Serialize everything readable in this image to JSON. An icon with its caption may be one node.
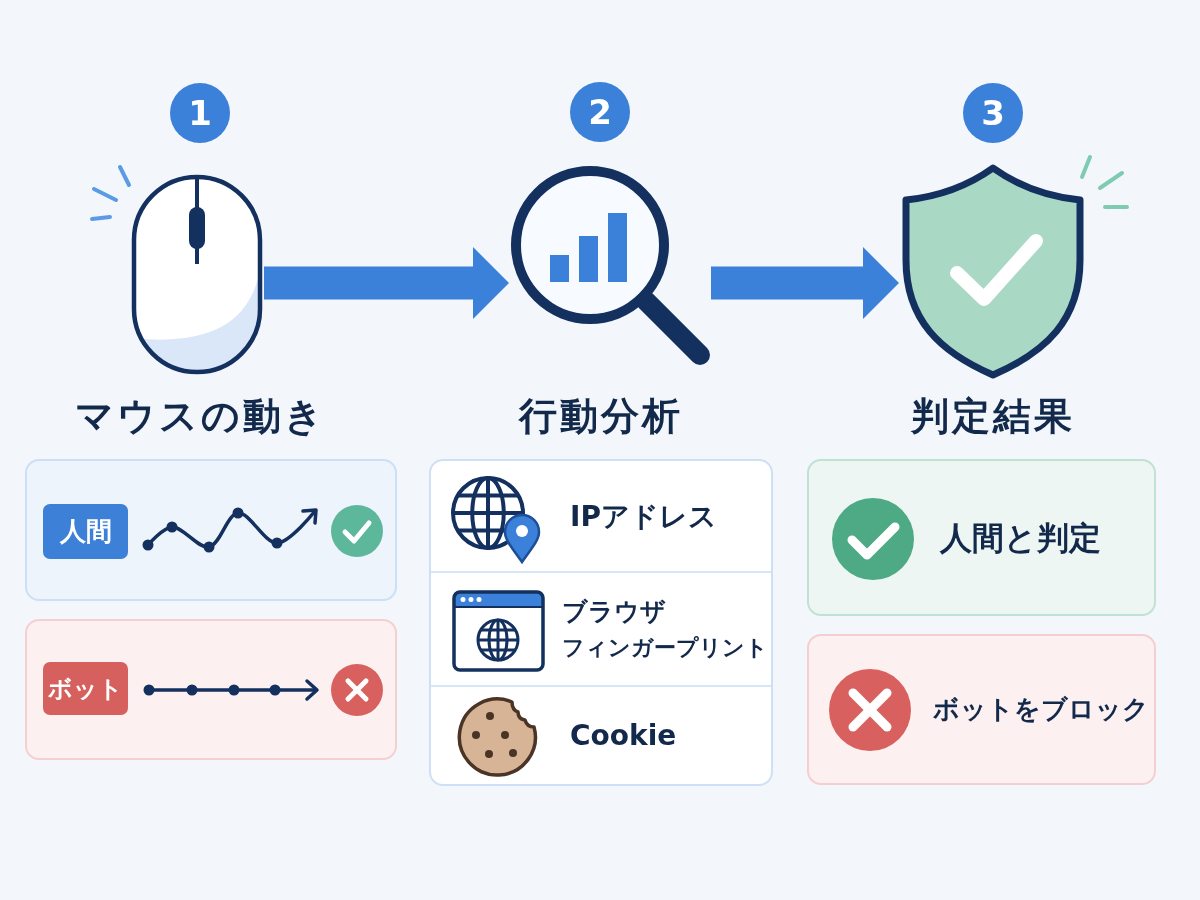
{
  "diagram": {
    "nodes": [
      {
        "text": [
          "1"
        ]
      },
      {
        "text": [
          "マウスの動き"
        ]
      },
      {
        "text": [],
        "shape": "box"
      },
      {
        "text": [
          "人間"
        ],
        "in": 2
      },
      {
        "text": [],
        "shape": "box"
      },
      {
        "text": [
          "ボット"
        ],
        "in": 4
      },
      {
        "text": [
          "2"
        ]
      },
      {
        "text": [
          "行動分析"
        ]
      },
      {
        "text": [],
        "shape": "box"
      },
      {
        "text": [
          "IPアドレス"
        ],
        "in": 8
      },
      {
        "text": [
          "ブラウザ",
          "フィンガープリント"
        ],
        "in": 8
      },
      {
        "text": [
          "Cookie"
        ],
        "in": 8
      },
      {
        "text": [
          "3"
        ]
      },
      {
        "text": [
          "判定結果"
        ]
      },
      {
        "text": [
          "人間と判定"
        ]
      },
      {
        "text": [
          "ボットをブロック"
        ]
      }
    ],
    "edges": [
      {
        "from": 1,
        "to": 7,
        "arrow": "to"
      },
      {
        "from": 7,
        "to": 13,
        "arrow": "to"
      }
    ]
  }
}
